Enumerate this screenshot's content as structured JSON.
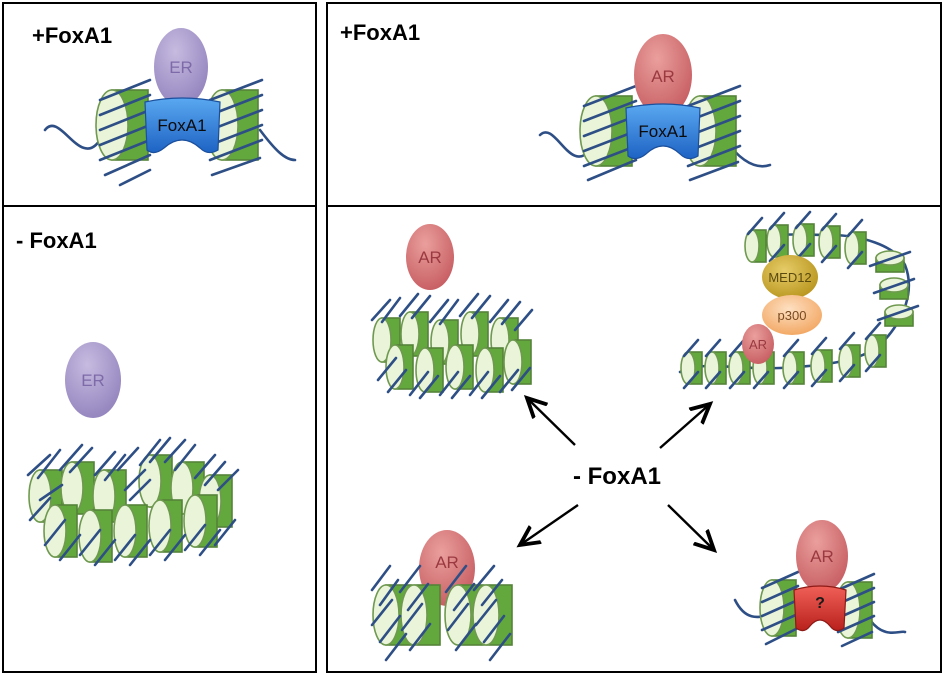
{
  "panels": {
    "top_left_title": "+FoxA1",
    "top_right_title": "+FoxA1",
    "bottom_left_title": "- FoxA1",
    "center_label": "- FoxA1"
  },
  "proteins": {
    "er": "ER",
    "ar": "AR",
    "foxa1": "FoxA1",
    "med12": "MED12",
    "p300": "p300",
    "unknown": "?"
  },
  "colors": {
    "er": "#a998c8",
    "ar": "#d6777a",
    "foxa1": "#2f7fd8",
    "med12": "#c9a72a",
    "p300": "#f4b77e",
    "unknown_factor": "#d9302a",
    "dna": "#2e4f86",
    "nucleosome": "#63a83d",
    "nucleosome_face": "#e9f4d8"
  }
}
